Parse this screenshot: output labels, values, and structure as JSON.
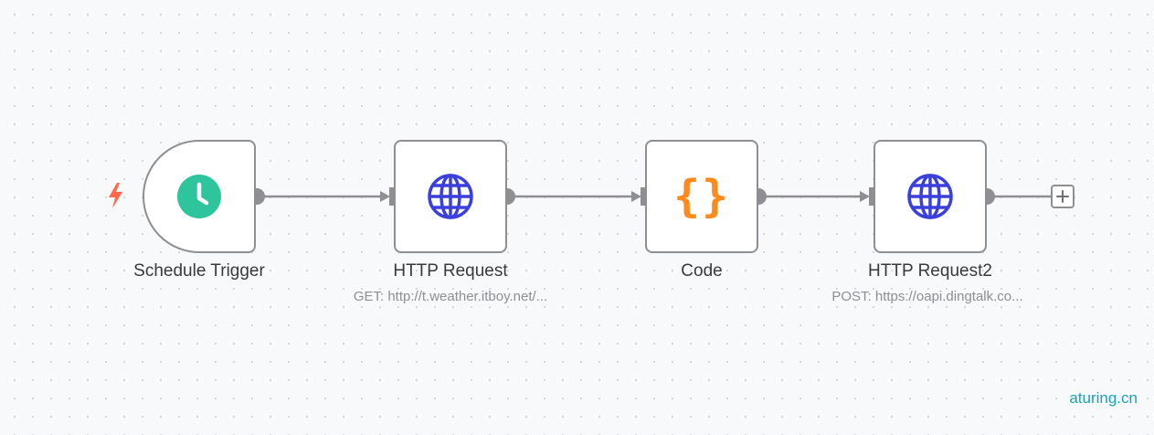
{
  "workflow": {
    "nodes": [
      {
        "name": "Schedule Trigger",
        "subtitle": "",
        "icon": "clock-icon",
        "color": "#2ec49c"
      },
      {
        "name": "HTTP Request",
        "subtitle": "GET: http://t.weather.itboy.net/...",
        "icon": "globe-icon",
        "color": "#3b3fdc"
      },
      {
        "name": "Code",
        "subtitle": "",
        "icon": "braces-icon",
        "glyph": "{}",
        "color": "#ff8a1c"
      },
      {
        "name": "HTTP Request2",
        "subtitle": "POST: https://oapi.dingtalk.co...",
        "icon": "globe-icon",
        "color": "#3b3fdc"
      }
    ],
    "trigger_indicator": {
      "icon": "lightning-bolt-icon",
      "color": "#ff6a4d"
    },
    "add_node_icon": "plus-icon"
  },
  "watermark": "aturing.cn",
  "colors": {
    "edge": "#8e8e93",
    "node_border": "#8e8e93",
    "background": "#f8f9fb"
  }
}
